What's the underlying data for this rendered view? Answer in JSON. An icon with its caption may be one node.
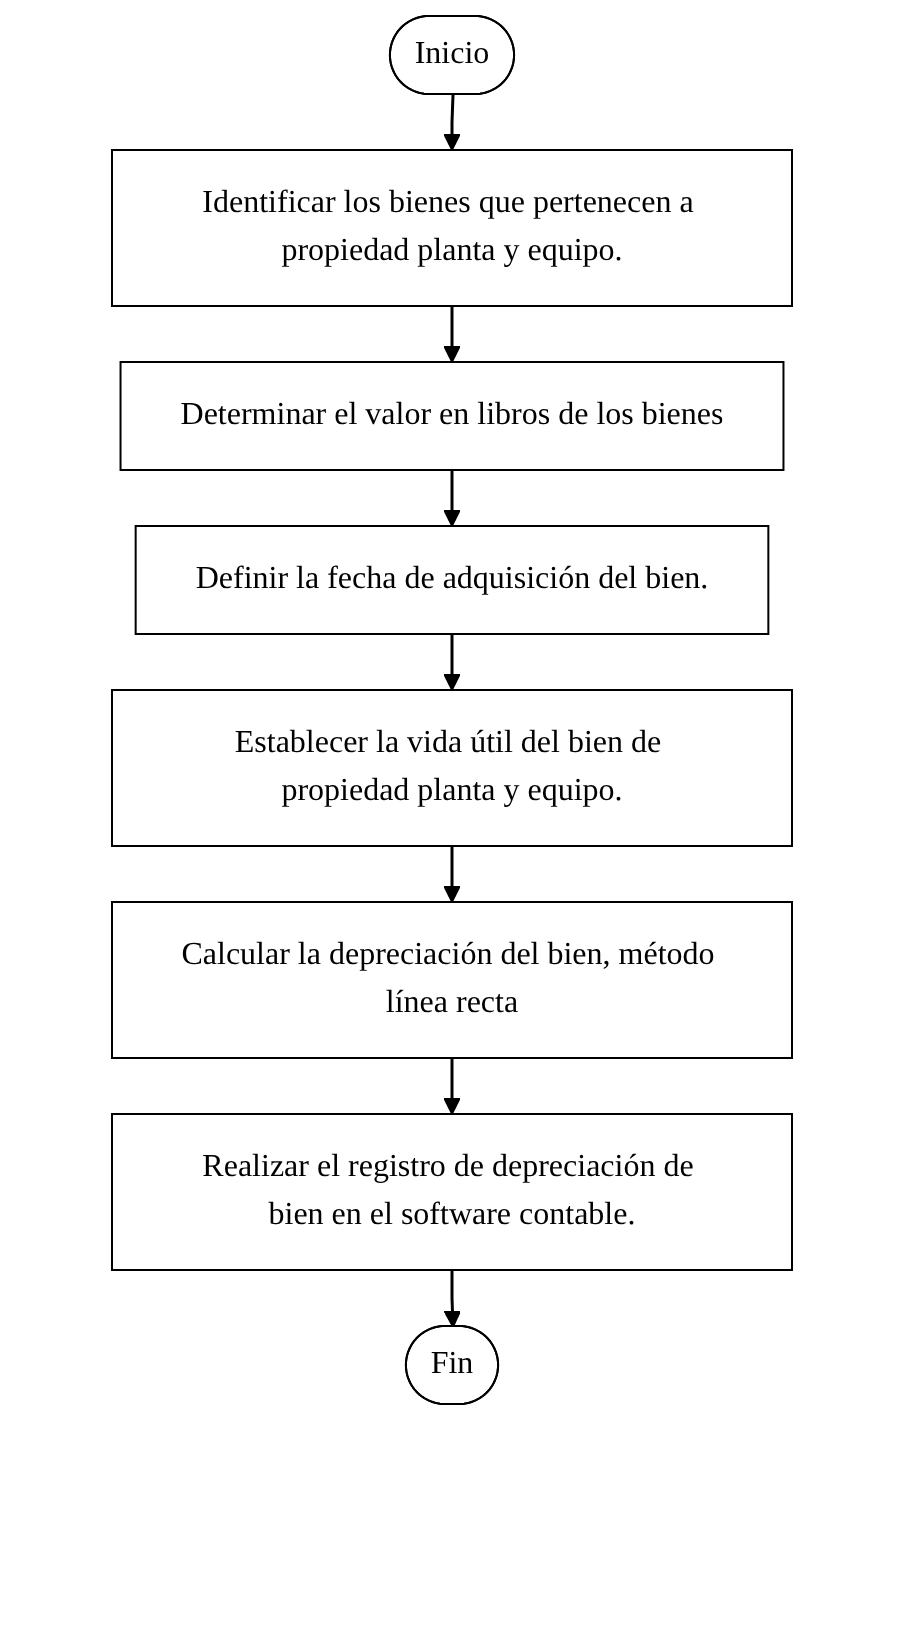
{
  "diagram": {
    "nodes": [
      {
        "text": [
          "Inicio"
        ]
      },
      {
        "text": [
          "Identificar los bienes que pertenecen a propiedad planta y equipo."
        ]
      },
      {
        "text": [
          "Determinar el valor en libros de los bienes"
        ]
      },
      {
        "text": [
          "Definir la fecha de adquisición del bien."
        ]
      },
      {
        "text": [
          "Establecer la vida útil del bien de propiedad planta y equipo."
        ]
      },
      {
        "text": [
          "Calcular la depreciación del bien, método línea recta"
        ]
      },
      {
        "text": [
          "Realizar el registro de depreciación de bien en el software contable."
        ]
      },
      {
        "text": [
          "Fin"
        ]
      }
    ],
    "edges": [
      {
        "from": 0,
        "to": 1,
        "arrow": "to"
      },
      {
        "from": 1,
        "to": 2,
        "arrow": "to"
      },
      {
        "from": 2,
        "to": 3,
        "arrow": "to"
      },
      {
        "from": 3,
        "to": 4,
        "arrow": "to"
      },
      {
        "from": 4,
        "to": 5,
        "arrow": "to"
      },
      {
        "from": 5,
        "to": 6,
        "arrow": "to"
      },
      {
        "from": 6,
        "to": 7,
        "arrow": "to"
      }
    ]
  }
}
